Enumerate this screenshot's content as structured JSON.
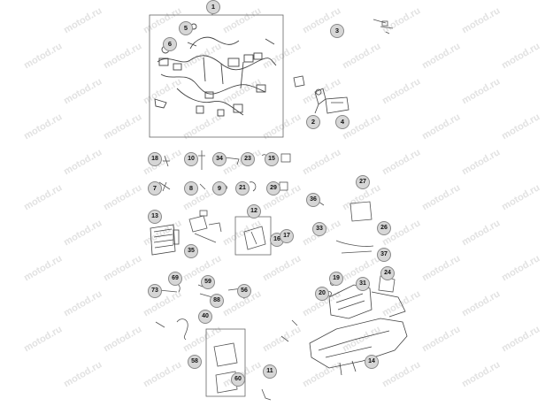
{
  "watermark": "motod.ru",
  "callouts": [
    "1",
    "2",
    "3",
    "4",
    "5",
    "6",
    "8",
    "7",
    "9",
    "10",
    "11",
    "12",
    "13",
    "14",
    "15",
    "16",
    "17",
    "18",
    "19",
    "20",
    "21",
    "23",
    "24",
    "26",
    "27",
    "29",
    "31",
    "33",
    "34",
    "35",
    "36",
    "37",
    "40",
    "56",
    "58",
    "59",
    "60",
    "69",
    "73",
    "88"
  ]
}
